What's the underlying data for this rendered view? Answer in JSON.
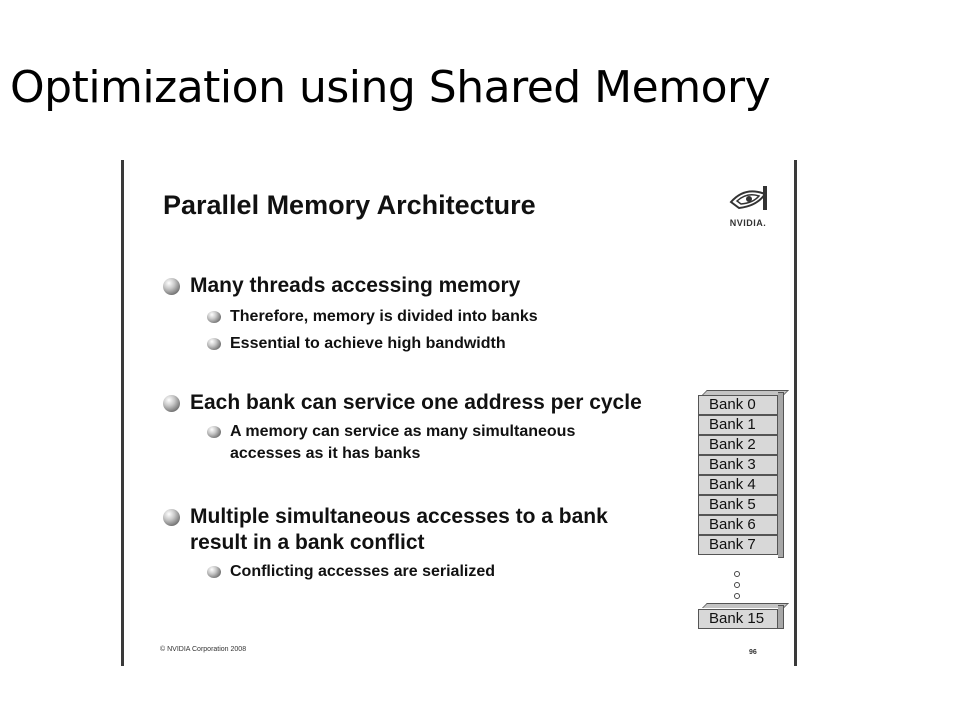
{
  "slide_title": "Optimization using Shared Memory",
  "embedded_slide": {
    "title": "Parallel Memory Architecture",
    "logo_text": "NVIDIA.",
    "bullets": [
      {
        "text": "Many threads accessing memory"
      },
      {
        "text": "Therefore, memory is divided into banks"
      },
      {
        "text": "Essential to achieve high bandwidth"
      },
      {
        "text": "Each bank can service one address per cycle"
      },
      {
        "text": "A memory can service as many simultaneous",
        "text2": "accesses as it has banks"
      },
      {
        "text": "Multiple simultaneous accesses to a bank",
        "text2": "result in a bank conflict"
      },
      {
        "text": "Conflicting accesses are serialized"
      }
    ],
    "banks": [
      "Bank 0",
      "Bank 1",
      "Bank 2",
      "Bank 3",
      "Bank 4",
      "Bank 5",
      "Bank 6",
      "Bank 7"
    ],
    "last_bank": "Bank 15",
    "footer_left": "© NVIDIA Corporation 2008",
    "footer_right": "96"
  }
}
